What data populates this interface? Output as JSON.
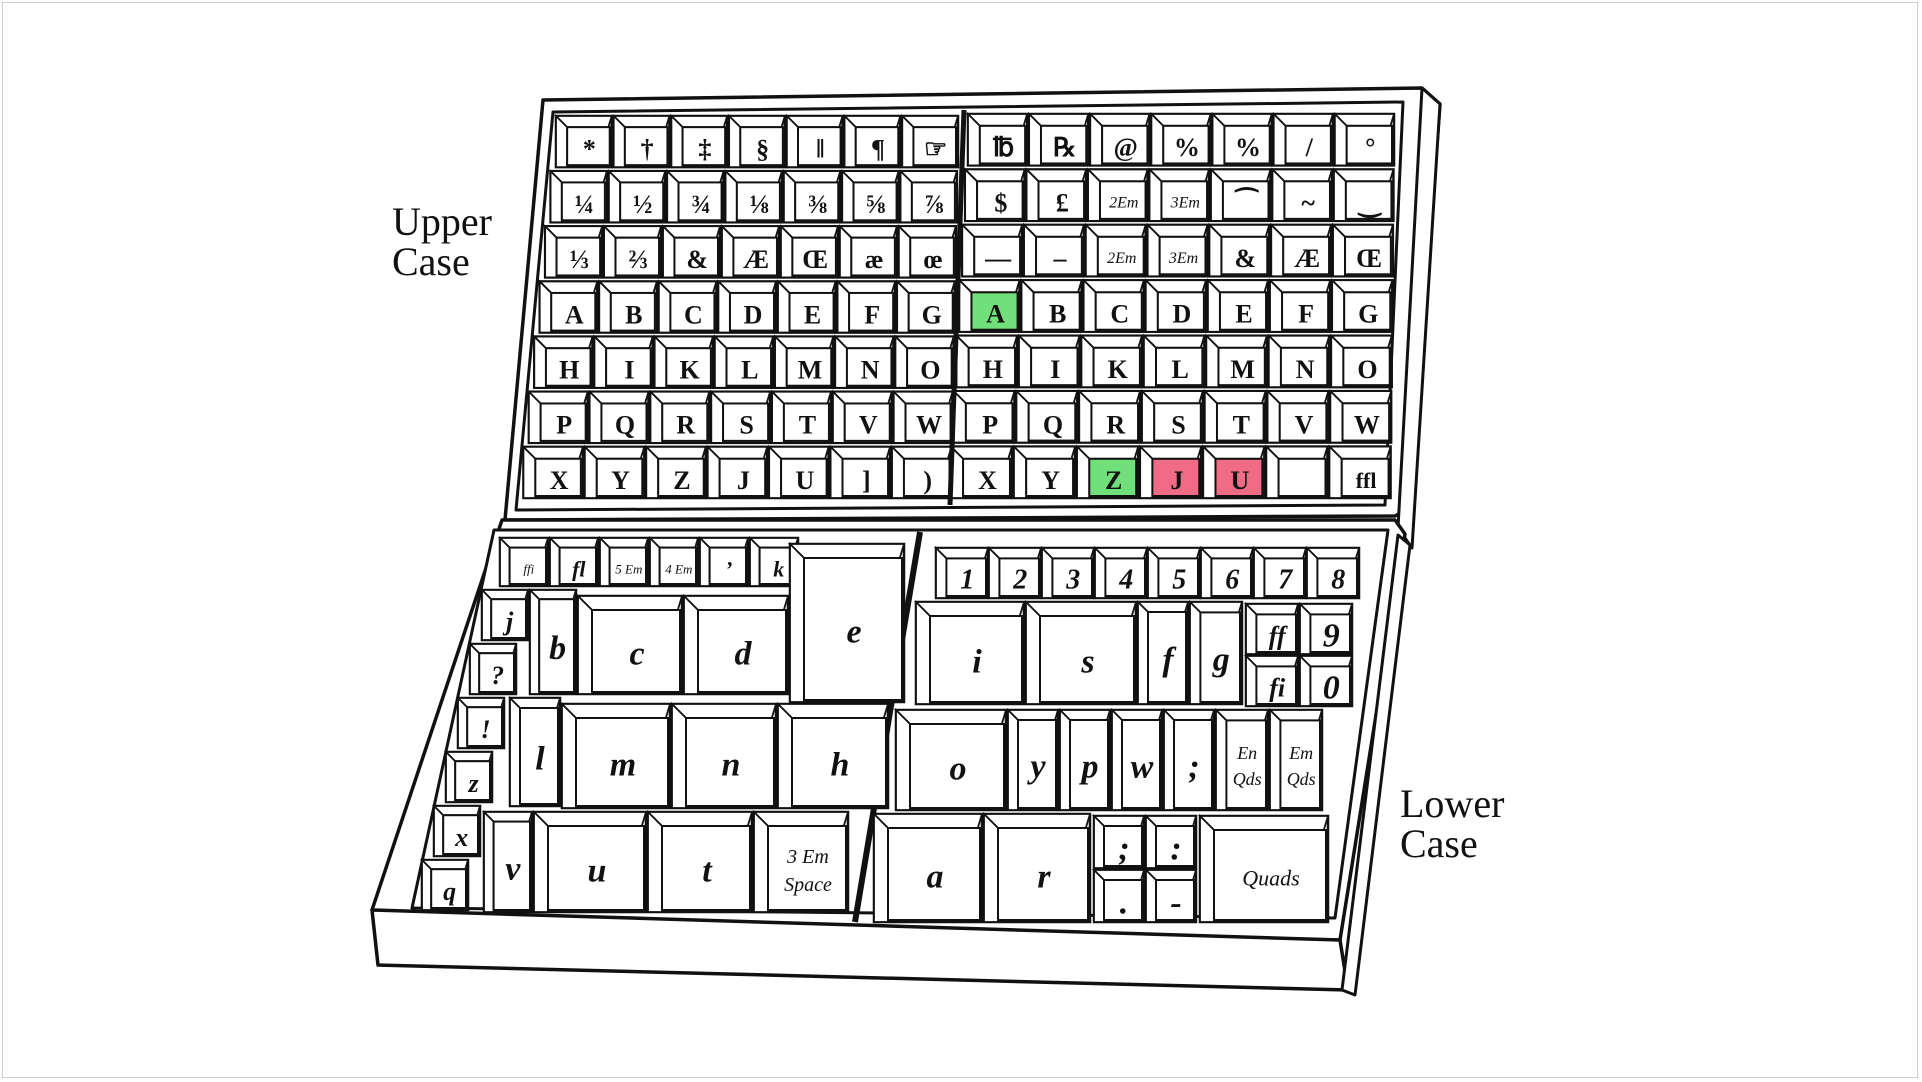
{
  "labels": {
    "upper": [
      "Upper",
      "Case"
    ],
    "lower": [
      "Lower",
      "Case"
    ]
  },
  "colors": {
    "green": "#6fe07a",
    "red": "#f06b86",
    "ink": "#111111"
  },
  "upper_left_rows": [
    [
      "*",
      "†",
      "‡",
      "§",
      "‖",
      "¶",
      "☞"
    ],
    [
      "¼",
      "½",
      "¾",
      "⅛",
      "⅜",
      "⅝",
      "⅞"
    ],
    [
      "⅓",
      "⅔",
      "&",
      "Æ",
      "Œ",
      "æ",
      "œ"
    ],
    [
      "A",
      "B",
      "C",
      "D",
      "E",
      "F",
      "G"
    ],
    [
      "H",
      "I",
      "K",
      "L",
      "M",
      "N",
      "O"
    ],
    [
      "P",
      "Q",
      "R",
      "S",
      "T",
      "V",
      "W"
    ],
    [
      "X",
      "Y",
      "Z",
      "J",
      "U",
      "]",
      ")"
    ]
  ],
  "upper_right_rows": [
    [
      "℔",
      "℞",
      "@",
      "%",
      "%",
      "/",
      "°"
    ],
    [
      "$",
      "£",
      "2Em",
      "3Em",
      "⁀",
      "~",
      "‿"
    ],
    [
      "—",
      "–",
      "2Em",
      "3Em",
      "&",
      "Æ",
      "Œ"
    ],
    [
      "A",
      "B",
      "C",
      "D",
      "E",
      "F",
      "G"
    ],
    [
      "H",
      "I",
      "K",
      "L",
      "M",
      "N",
      "O"
    ],
    [
      "P",
      "Q",
      "R",
      "S",
      "T",
      "V",
      "W"
    ],
    [
      "X",
      "Y",
      "Z",
      "J",
      "U",
      "",
      "ffl"
    ]
  ],
  "highlights": {
    "green": [
      [
        3,
        0
      ],
      [
        6,
        2
      ]
    ],
    "red": [
      [
        6,
        3
      ],
      [
        6,
        4
      ]
    ]
  },
  "lower_left": {
    "top_row": [
      "ffi",
      "fl",
      "5 Em",
      "4 Em",
      "’",
      "k"
    ],
    "left_column": [
      "j",
      "?",
      "!",
      "z",
      "x",
      "q"
    ],
    "big": {
      "b": "b",
      "c": "c",
      "d": "d",
      "e": "e",
      "l": "l",
      "m": "m",
      "n": "n",
      "h": "h",
      "v": "v",
      "u": "u",
      "t": "t",
      "space": [
        "3 Em",
        "Space"
      ]
    }
  },
  "lower_right": {
    "top_row": [
      "1",
      "2",
      "3",
      "4",
      "5",
      "6",
      "7",
      "8"
    ],
    "big": {
      "i": "i",
      "s": "s",
      "f": "f",
      "g": "g",
      "ff": "ff",
      "9": "9",
      "fi": "fi",
      "0": "0",
      "o": "o",
      "y": "y",
      "p": "p",
      "w": "w",
      "semi": ";",
      "en_qds": [
        "En",
        "Qds"
      ],
      "em_qds": [
        "Em",
        "Qds"
      ],
      "a": "a",
      "r": "r",
      "semicolon": ";",
      "colon": ":",
      "period": ".",
      "dash": "-",
      "quads": "Quads"
    }
  }
}
